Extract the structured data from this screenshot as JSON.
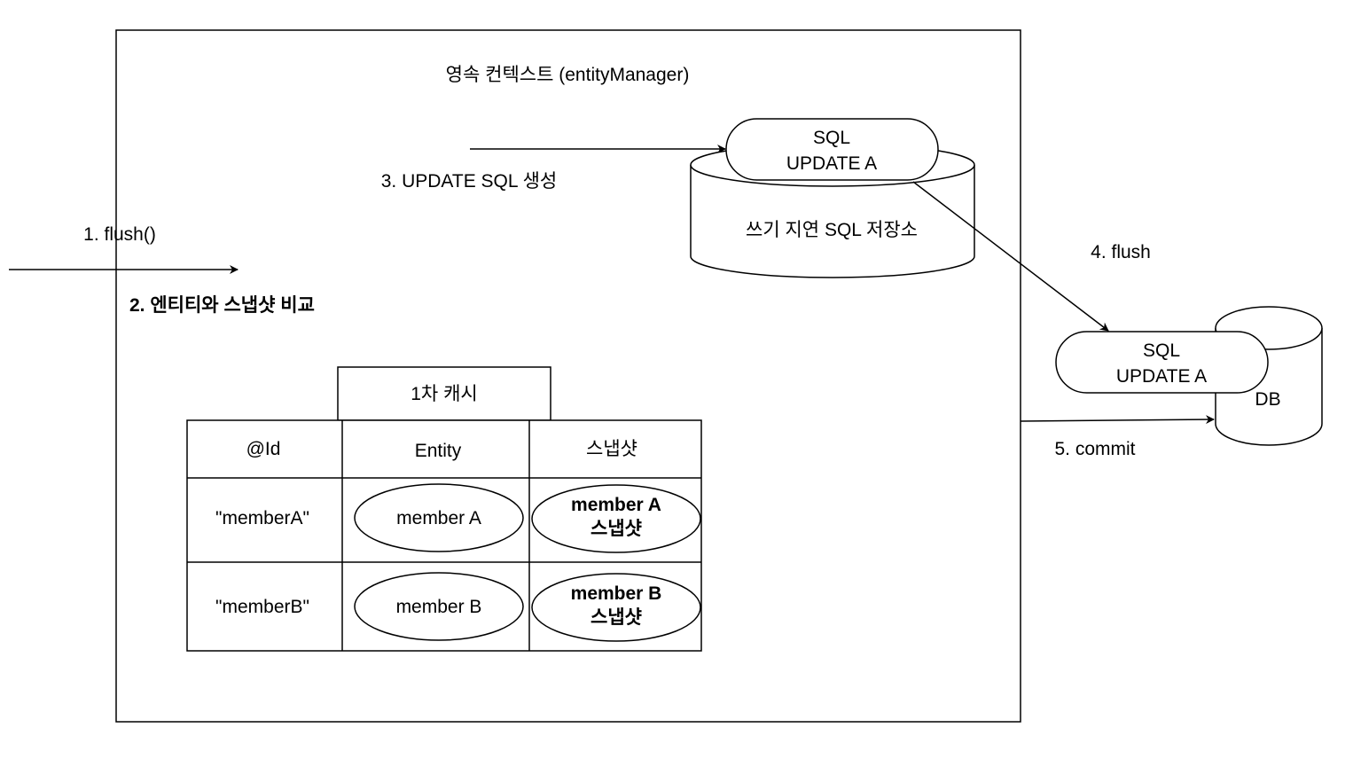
{
  "context_title": "영속 컨텍스트 (entityManager)",
  "steps": {
    "flush_call": "1. flush()",
    "compare": "2. 엔티티와 스냅샷 비교",
    "generate_sql": "3. UPDATE SQL 생성",
    "flush": "4. flush",
    "commit": "5. commit"
  },
  "sql_store": {
    "label": "쓰기 지연 SQL 저장소",
    "sql_line1": "SQL",
    "sql_line2": "UPDATE A"
  },
  "db": {
    "label": "DB",
    "sql_line1": "SQL",
    "sql_line2": "UPDATE A"
  },
  "cache": {
    "title": "1차 캐시",
    "headers": [
      "@Id",
      "Entity",
      "스냅샷"
    ],
    "rows": [
      {
        "id": "\"memberA\"",
        "entity": "member A",
        "snapshot_line1": "member A",
        "snapshot_line2": "스냅샷"
      },
      {
        "id": "\"memberB\"",
        "entity": "member B",
        "snapshot_line1": "member B",
        "snapshot_line2": "스냅샷"
      }
    ]
  },
  "colors": {
    "stroke": "#000000",
    "fill": "#ffffff"
  }
}
